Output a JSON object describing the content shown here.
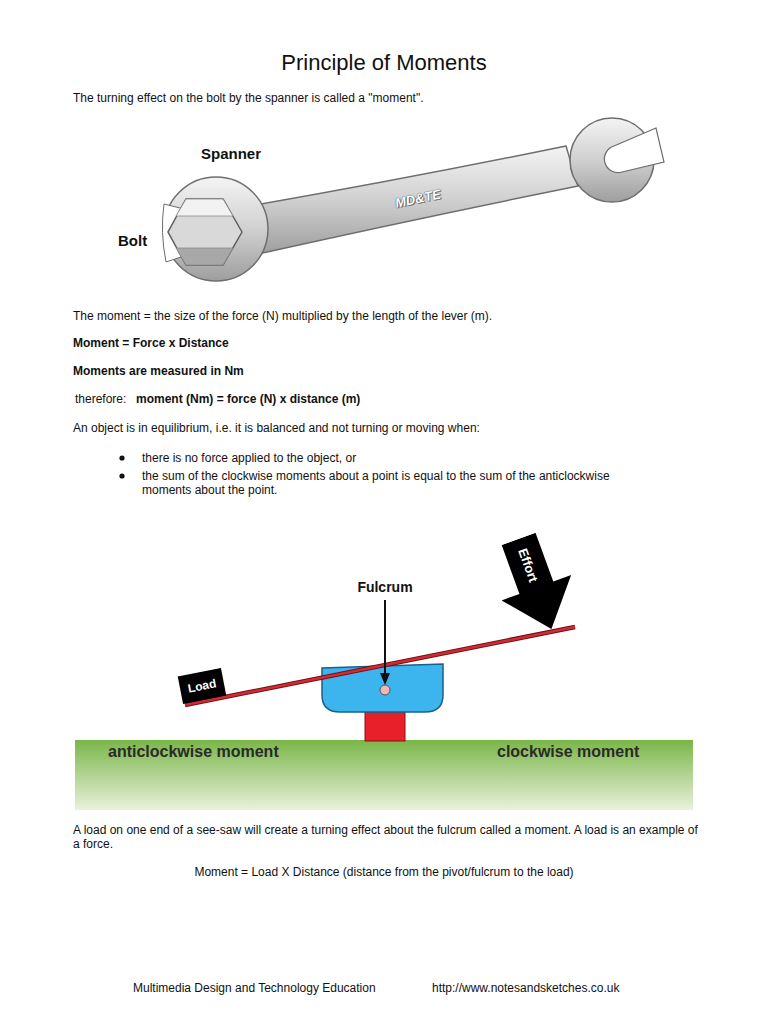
{
  "diagram": {
    "title": "Principle of Moments",
    "nodes": [
      {
        "text": [
          "Load"
        ]
      },
      {
        "text": [
          "Effort"
        ]
      },
      {
        "text": [
          "anticlockwise moment",
          "clockwise moment"
        ]
      }
    ],
    "labels": [
      "The turning effect on the bolt by the spanner is called a \"moment\".",
      "Spanner",
      "MD&TE",
      "Bolt",
      "The moment = the size of the force (N) multiplied by the length of the lever (m).",
      "Moment = Force x Distance",
      "Moments are measured in Nm",
      "therefore:",
      "moment (Nm) = force (N) x distance (m)",
      "An object is in equilibrium, i.e. it is balanced and not turning or moving when:",
      "there is no force applied to the object, or",
      "the sum of the clockwise moments about a point is equal to the sum of the anticlockwise moments about the point.",
      "Fulcrum",
      "A load on one end of a see-saw will create a turning effect about the fulcrum called a moment.  A load is an example of a force.",
      "Moment = Load X Distance (distance from the pivot/fulcrum to the load)",
      "Multimedia Design and Technology Education",
      "http://www.notesandsketches.co.uk"
    ]
  }
}
